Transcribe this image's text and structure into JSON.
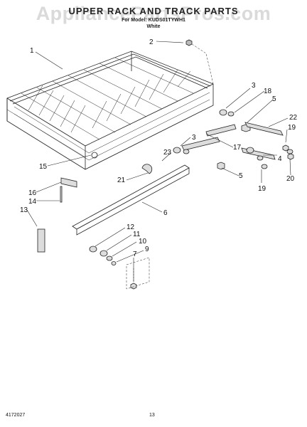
{
  "header": {
    "title": "UPPER RACK AND TRACK PARTS",
    "subtitle": "For Model: KUDS01TYWH1",
    "subtitle2": "White"
  },
  "watermark": "AppliancePartsPros.com",
  "footer": {
    "doc_number": "4172027",
    "page_number": "13"
  },
  "callouts": [
    "1",
    "2",
    "3",
    "18",
    "5",
    "22",
    "19",
    "3",
    "17",
    "23",
    "4",
    "15",
    "20",
    "21",
    "5",
    "19",
    "16",
    "14",
    "6",
    "13",
    "12",
    "11",
    "10",
    "9",
    "7"
  ]
}
